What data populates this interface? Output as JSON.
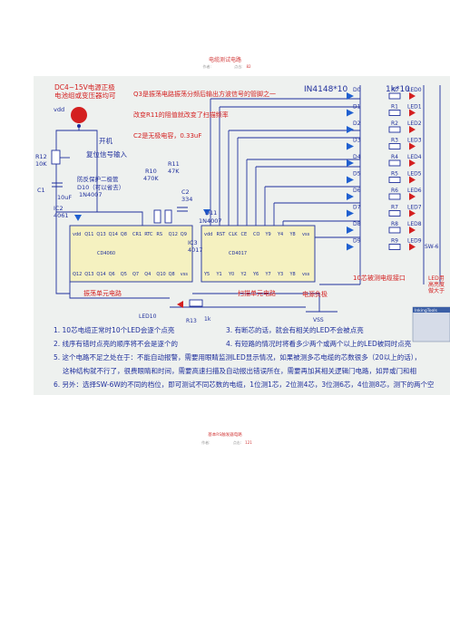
{
  "doc": {
    "title": "电缆测试电路",
    "meta1": {
      "author_label": "作者:",
      "author": "",
      "rating_label": "点击:",
      "rating": "82"
    },
    "related_title": "基本RS触发器电路",
    "meta2": {
      "author_label": "作者:",
      "author": "",
      "rating_label": "点击:",
      "rating": "121"
    }
  },
  "schematic": {
    "power_note_1": "DC4~15V电源正极",
    "power_note_2": "电池组或变压器均可",
    "vdd": "vdd",
    "switch_label": "开机",
    "reset_label": "复位信号输入",
    "r12": "R12",
    "r12_val": "10K",
    "c1": "C1",
    "c1_val": "10uF",
    "d10_1": "防反保护二极管",
    "d10_2": "D10（可以省去）",
    "d10_3": "1N4007",
    "ic2_1": "IC2",
    "ic2_2": "4061",
    "r10": "R10",
    "r10_val": "470K",
    "r11": "R11",
    "r11_val": "47K",
    "c2": "C2",
    "c2_val": "334",
    "d11": "D11",
    "d11_val": "1N4007",
    "ic3_1": "IC3",
    "ic3_2": "4017",
    "chip1_top": [
      "vdd",
      "Q11",
      "Q13",
      "Q14",
      "Q8",
      "CR1",
      "RTC",
      "RS",
      "Q12",
      "Q9"
    ],
    "chip1_bot": [
      "Q12",
      "Q13",
      "Q14",
      "Q6",
      "Q5",
      "Q7",
      "Q4",
      "Q10",
      "Q8",
      "vss"
    ],
    "chip1_name": "CD4060",
    "chip2_top": [
      "vdd",
      "RST",
      "CLK",
      "CE",
      "CO",
      "Y9",
      "Y4",
      "Y8",
      "vss"
    ],
    "chip2_bot": [
      "Y5",
      "Y1",
      "Y0",
      "Y2",
      "Y6",
      "Y7",
      "Y3",
      "Y8",
      "vss"
    ],
    "chip2_name": "CD4017",
    "note_q3": "Q3是振荡电路振荡分频后输出方波信号的管脚之一",
    "note_r11": "改变R11的阻值就改变了扫描频率",
    "note_c2": "C2是无极电容，0.33uF",
    "in4148": "IN4148*10",
    "r1k": "1k*10",
    "d_labels": [
      "D0",
      "D1",
      "D2",
      "D3",
      "D4",
      "D5",
      "D6",
      "D7",
      "D8",
      "D9"
    ],
    "r_labels": [
      "R0",
      "R1",
      "R2",
      "R3",
      "R4",
      "R5",
      "R6",
      "R7",
      "R8",
      "R9"
    ],
    "led_labels": [
      "LED0",
      "LED1",
      "LED2",
      "LED3",
      "LED4",
      "LED5",
      "LED6",
      "LED7",
      "LED8",
      "LED9"
    ],
    "sw_label": "SW-6",
    "led_note": [
      "LED用",
      "高亮度",
      "做大于"
    ],
    "cable_port": "10芯被测电缆接口",
    "osc_unit": "振荡单元电路",
    "scan_unit": "扫描单元电路",
    "power_unit": "电源负极",
    "vss": "VSS",
    "led10": "LED10",
    "r13": "R13",
    "r13_val": "1k",
    "toolbar": "InkingTools",
    "notes": [
      "1. 10芯电缆正常时10个LED会逐个点亮",
      "3. 有断芯的话，就会有相关的LED不会被点亮",
      "2. 线序有错时点亮的顺序将不会是逐个的",
      "4. 有短路的情况时将看多少两个或两个以上的LED被同时点亮",
      "5. 这个电路不足之处在于：不能自动报警，需要用眼睛监测LED显示情况，如果被测多芯电缆的芯数很多（20以上的话），",
      "这种结构就不行了，很费眼睛和时间，需要高速扫描及自动报出错误所在，需要再加其相关逻辑门电路，如异或门和相",
      "6. 另外：选择SW-6W的不同的档位，即可测试不同芯数的电缆，1位测1芯，2位测4芯，3位测6芯，4位测8芯，测下的两个空"
    ]
  }
}
